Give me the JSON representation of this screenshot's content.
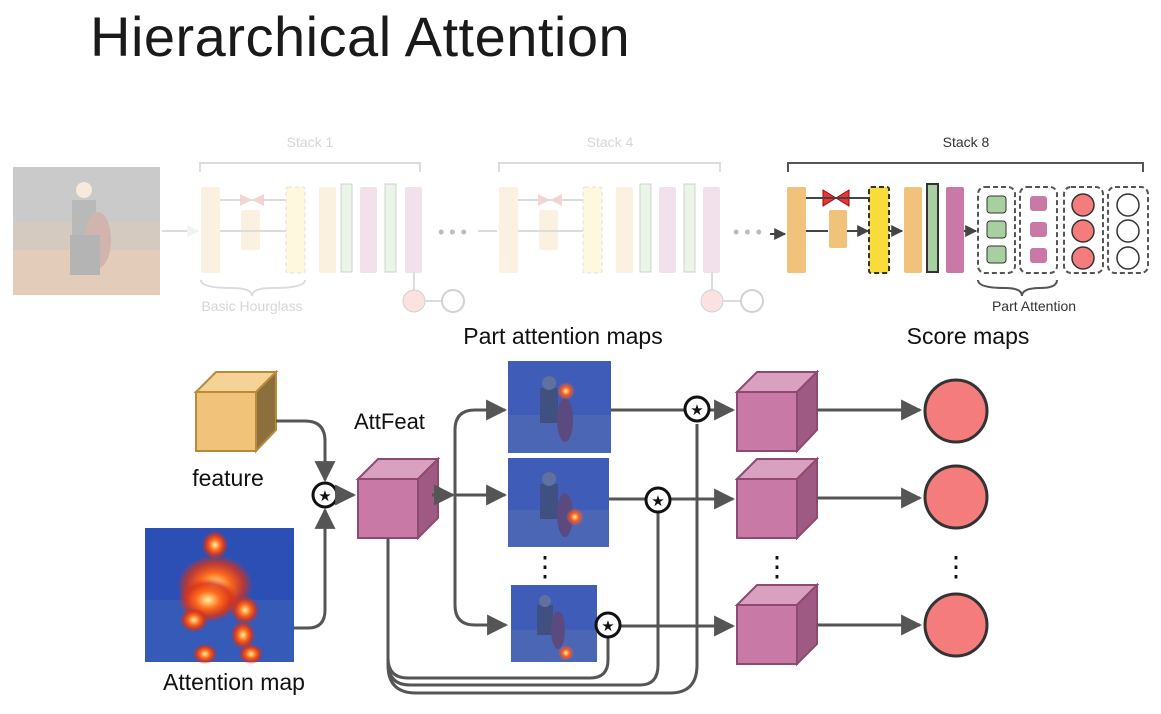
{
  "title": "Hierarchical Attention",
  "top_diagram": {
    "stack1": "Stack 1",
    "stack4": "Stack 4",
    "stack8": "Stack 8",
    "basic_hourglass": "Basic Hourglass",
    "part_attention": "Part Attention",
    "ellipsis": "• • •"
  },
  "bottom_diagram": {
    "part_attention_maps": "Part attention maps",
    "score_maps": "Score maps",
    "attfeat": "AttFeat",
    "feature": "feature",
    "attention_map": "Attention map",
    "star_symbol": "★",
    "vertical_dots": "⋮"
  },
  "colors": {
    "feature_cube": "#f0c27a",
    "attfeat_cube": "#c879a5",
    "score_circle": "#f47c7c",
    "arrow": "#555555",
    "heat_blue": "#2b4fb5",
    "heat_hot": "#ff5a1f"
  }
}
